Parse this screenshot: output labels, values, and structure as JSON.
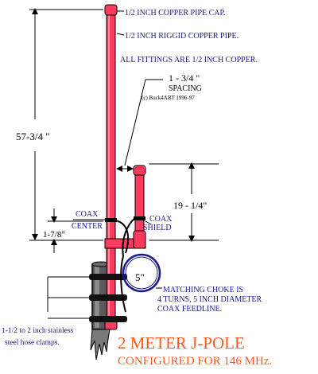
{
  "labels": {
    "cap": "1/2 INCH COPPER PIPE CAP.",
    "pipe": "1/2 INCH RIGGID COPPER PIPE.",
    "fittings": "ALL FITTINGS ARE 1/2 INCH COPPER.",
    "spacing_value": "1 - 3/4 \"",
    "spacing_word": "SPACING",
    "copyright": "(c) Buck4ABT 1996-97",
    "coax_center_1": "COAX",
    "coax_center_2": "CENTER",
    "coax_shield_1": "COAX",
    "coax_shield_2": "SHIELD",
    "choke_diameter": "5\"",
    "choke_1": "MATCHING CHOKE IS",
    "choke_2": "4 TURNS, 5 INCH DIAMETER",
    "choke_3": "COAX FEEDLINE.",
    "clamps_1": "1-1/2 to 2 inch stainless",
    "clamps_2": "steel hose clamps."
  },
  "dimensions": {
    "overall": "57-3/4 \"",
    "short_stub": "19 - 1/4\"",
    "feed_point": "1-7/8\""
  },
  "title": {
    "line1": "2 METER J-POLE",
    "line2": "CONFIGURED FOR 146 MHz."
  },
  "colors": {
    "pipe": "#ff3a5e",
    "label_text": "#1a1a8c",
    "title_text": "#ff5a1e",
    "mast": "#555555"
  }
}
